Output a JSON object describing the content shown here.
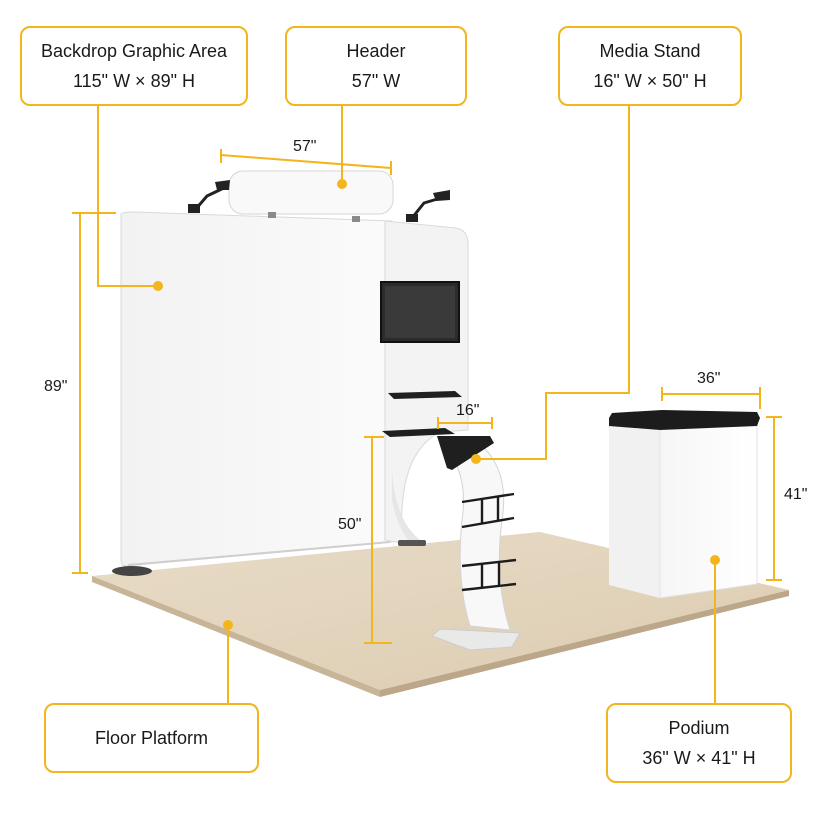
{
  "callouts": {
    "backdrop": {
      "title": "Backdrop Graphic Area",
      "size": "115\" W × 89\" H"
    },
    "header": {
      "title": "Header",
      "size": "57\" W"
    },
    "media": {
      "title": "Media Stand",
      "size": "16\" W × 50\" H"
    },
    "floor": {
      "title": "Floor Platform"
    },
    "podium": {
      "title": "Podium",
      "size": "36\" W × 41\" H"
    }
  },
  "dimensions": {
    "header_width": "57\"",
    "backdrop_height": "89\"",
    "stand_width": "16\"",
    "stand_height": "50\"",
    "podium_width": "36\"",
    "podium_height": "41\""
  },
  "colors": {
    "accent": "#f2b51c",
    "floor": "#e0d2bc",
    "panel": "#f7f7f7",
    "monitor": "#2b2b2b"
  }
}
